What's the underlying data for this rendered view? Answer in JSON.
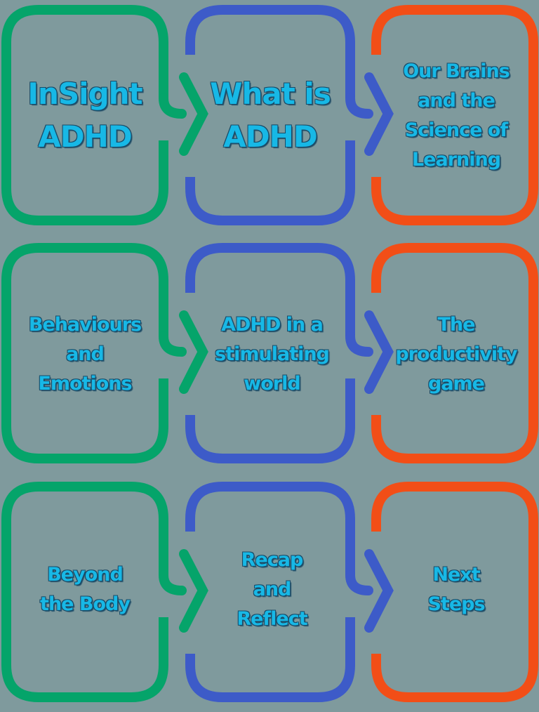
{
  "colors": {
    "background": "#7f9a9d",
    "green": "#05a46a",
    "blue": "#3d5bc8",
    "orange": "#f24e17",
    "text": "#17b8e6"
  },
  "rows": [
    {
      "cards": [
        {
          "id": "insight-adhd",
          "color": "green",
          "lines": [
            "InSight",
            "ADHD"
          ]
        },
        {
          "id": "what-is-adhd",
          "color": "blue",
          "lines": [
            "What is",
            "ADHD"
          ]
        },
        {
          "id": "brains-science",
          "color": "orange",
          "lines": [
            "Our Brains",
            "and the",
            "Science of",
            "Learning"
          ]
        }
      ]
    },
    {
      "cards": [
        {
          "id": "behaviours-emotions",
          "color": "green",
          "lines": [
            "Behaviours",
            "and",
            "Emotions"
          ]
        },
        {
          "id": "stimulating-world",
          "color": "blue",
          "lines": [
            "ADHD in a",
            "stimulating",
            "world"
          ]
        },
        {
          "id": "productivity-game",
          "color": "orange",
          "lines": [
            "The",
            "productivity",
            "game"
          ]
        }
      ]
    },
    {
      "cards": [
        {
          "id": "beyond-body",
          "color": "green",
          "lines": [
            "Beyond",
            "the Body"
          ]
        },
        {
          "id": "recap-reflect",
          "color": "blue",
          "lines": [
            "Recap",
            "and",
            "Reflect"
          ]
        },
        {
          "id": "next-steps",
          "color": "orange",
          "lines": [
            "Next",
            "Steps"
          ]
        }
      ]
    }
  ],
  "connectors": [
    "chevron-right",
    "chevron-right"
  ]
}
